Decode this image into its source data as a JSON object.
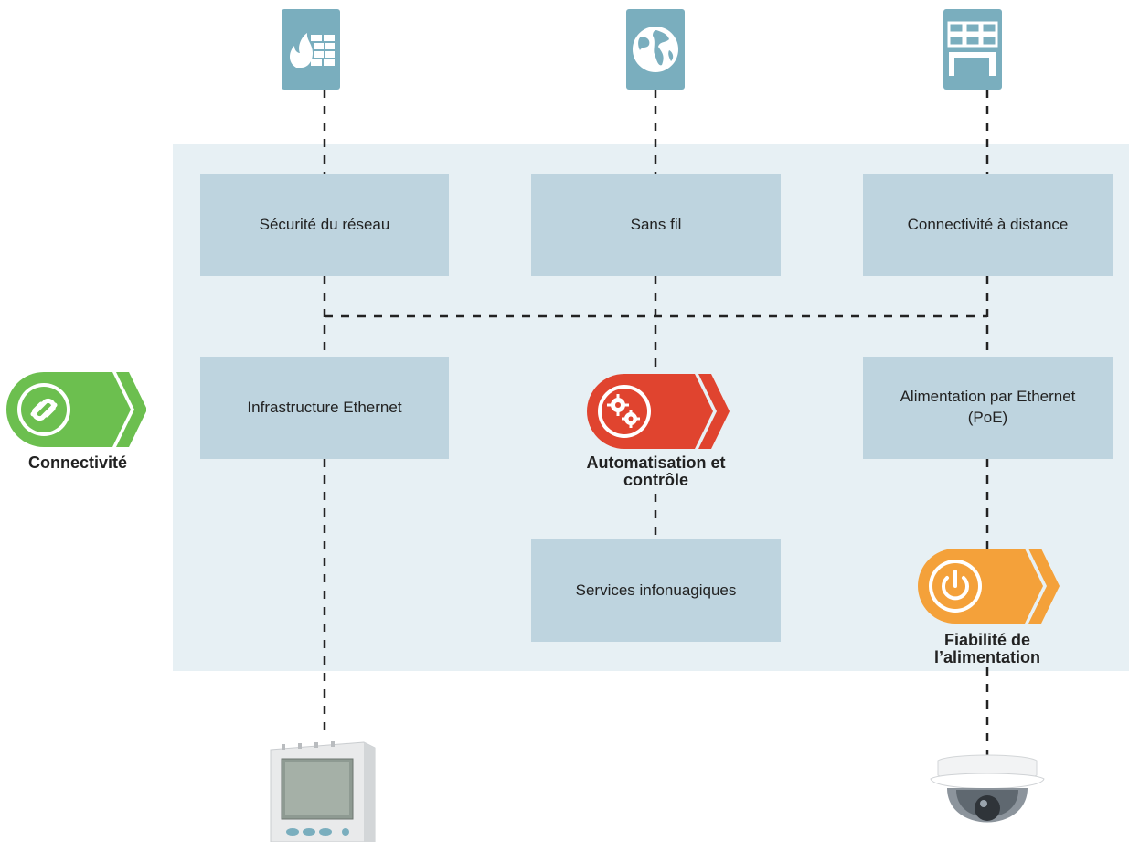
{
  "nodes": {
    "network_security": "Sécurité du réseau",
    "wireless": "Sans fil",
    "remote_connectivity": "Connectivité à distance",
    "ethernet_infrastructure": "Infrastructure Ethernet",
    "poe_line1": "Alimentation par Ethernet",
    "poe_line2": "(PoE)",
    "cloud_services": "Services infonuagiques"
  },
  "badges": {
    "connectivity": {
      "label": "Connectivité",
      "color": "#6cbf4f"
    },
    "automation": {
      "line1": "Automatisation et",
      "line2": "contrôle",
      "color": "#e0442f"
    },
    "power": {
      "line1": "Fiabilité de",
      "line2": "l’alimentation",
      "color": "#f4a13a"
    }
  },
  "icons": {
    "top_left": "firewall-icon",
    "top_center": "globe-icon",
    "top_right": "video-wall-icon",
    "bottom_left": "power-meter-device",
    "bottom_right": "dome-camera-device"
  },
  "colors": {
    "panel": "#e7f0f4",
    "box": "#bed4df",
    "tile": "#7aaebe"
  }
}
